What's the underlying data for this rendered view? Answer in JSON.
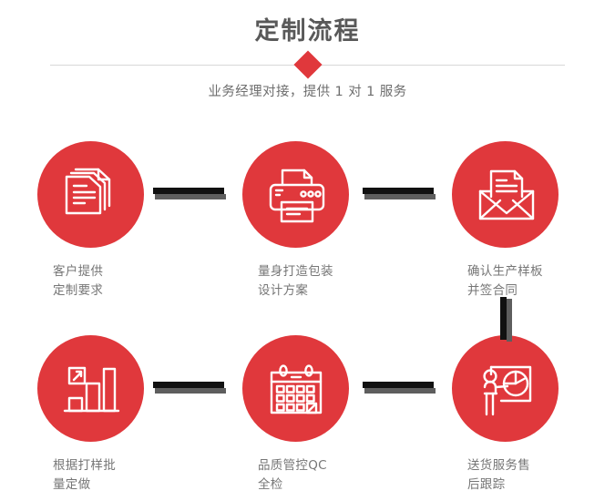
{
  "header": {
    "title": "定制流程",
    "subtitle": "业务经理对接，提供 1 对 1 服务",
    "accent_color": "#e0383c",
    "title_color": "#595959",
    "divider_color": "#d8d8d8"
  },
  "flow": {
    "circle_color": "#e0383c",
    "connector_color": "#111111",
    "connector_shadow_color": "#5e5e5e",
    "steps": [
      {
        "index": "1",
        "icon": "documents-stack-icon",
        "caption": "客户提供\n定制要求"
      },
      {
        "index": "2",
        "icon": "printer-icon",
        "caption": "量身打造包装\n设计方案"
      },
      {
        "index": "3",
        "icon": "envelope-letter-icon",
        "caption": "确认生产样板\n并签合同"
      },
      {
        "index": "4",
        "icon": "bar-chart-growth-icon",
        "caption": "根据打样批\n量定做"
      },
      {
        "index": "5",
        "icon": "calendar-icon",
        "caption": "品质管控QC\n全检"
      },
      {
        "index": "6",
        "icon": "presentation-pie-chart-icon",
        "caption": "送货服务售\n后跟踪"
      }
    ]
  }
}
